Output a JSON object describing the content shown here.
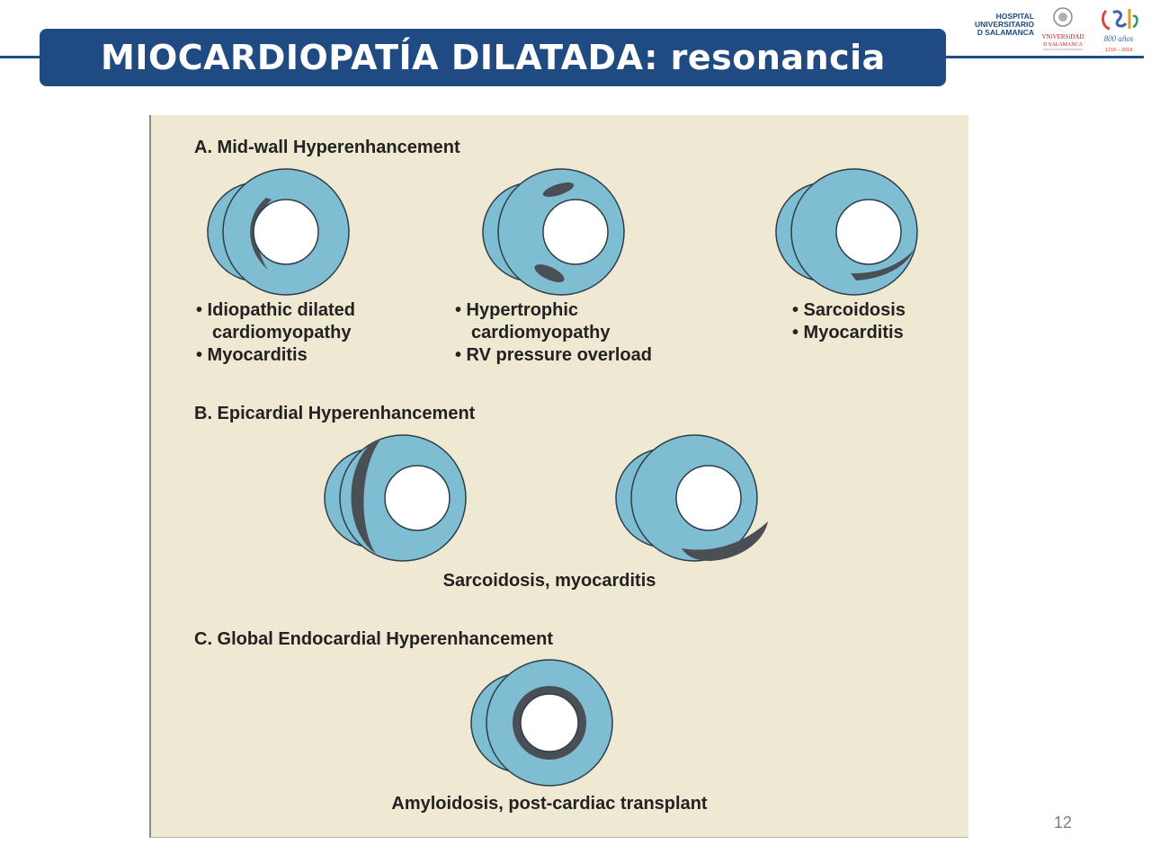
{
  "slide": {
    "title": "MIOCARDIOPATÍA DILATADA: resonancia",
    "page_number": "12"
  },
  "logos": {
    "hospital_line1": "HOSPITAL",
    "hospital_line2": "UNIVERSITARIO",
    "hospital_line3": "D SALAMANCA",
    "university_line1": "VNiVERSiDAD",
    "university_line2": "D SALAMANCA",
    "anniversary_years": "800 años",
    "anniversary_range": "1218 – 2018"
  },
  "figure": {
    "section_a": {
      "heading": "A. Mid-wall Hyperenhancement",
      "captions": [
        [
          "• Idiopathic dilated",
          "cardiomyopathy",
          "• Myocarditis"
        ],
        [
          "• Hypertrophic",
          "cardiomyopathy",
          "• RV pressure overload"
        ],
        [
          "• Sarcoidosis",
          "• Myocarditis"
        ]
      ]
    },
    "section_b": {
      "heading": "B. Epicardial Hyperenhancement",
      "caption": "Sarcoidosis, myocarditis"
    },
    "section_c": {
      "heading": "C. Global Endocardial Hyperenhancement",
      "caption": "Amyloidosis, post-cardiac transplant"
    }
  },
  "colors": {
    "banner": "#1f4a82",
    "figure_background": "#efe8d2",
    "myocardium": "#7fbdd2",
    "enhancement": "#4a4f55"
  }
}
